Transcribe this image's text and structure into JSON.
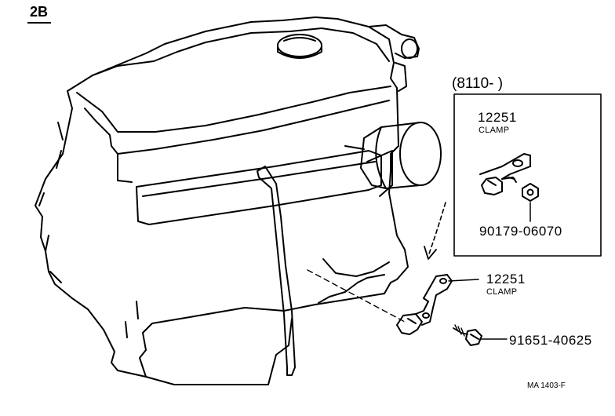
{
  "diagram": {
    "section_tag": "2B",
    "serial_range": "(8110-          )",
    "inset": {
      "clamp_part_number": "12251",
      "clamp_name": "CLAMP",
      "nut_part_number": "90179-06070"
    },
    "main": {
      "clamp_part_number": "12251",
      "clamp_name": "CLAMP",
      "bolt_part_number": "91651-40625"
    },
    "diagram_code": "MA 1403-F"
  }
}
